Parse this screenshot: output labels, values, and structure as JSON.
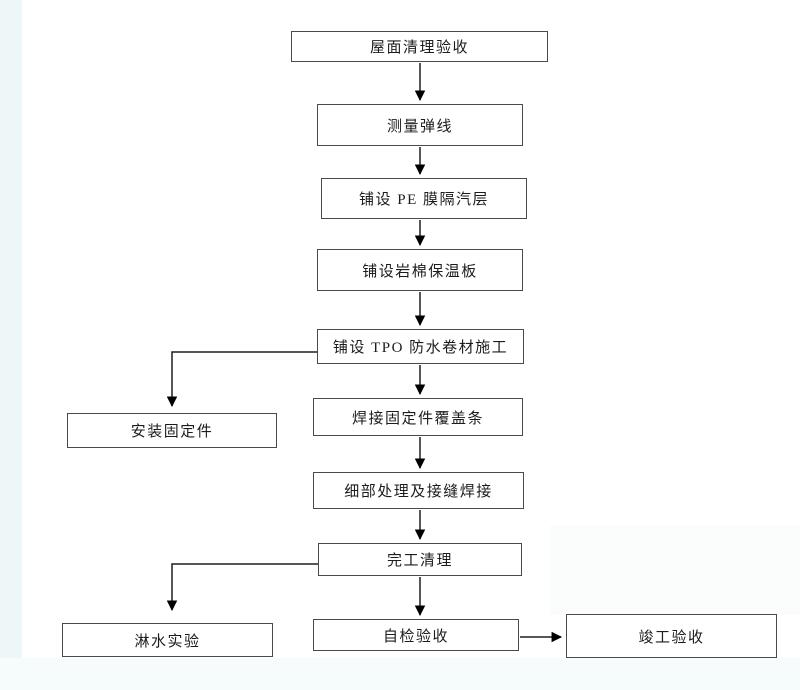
{
  "diagram": {
    "type": "flowchart",
    "language": "zh-CN",
    "nodes": [
      {
        "id": "roof-cleaning-acceptance",
        "label": "屋面清理验收"
      },
      {
        "id": "measure-snap-lines",
        "label": "测量弹线"
      },
      {
        "id": "lay-pe-film-vapor-barrier",
        "label": "铺设 PE 膜隔汽层"
      },
      {
        "id": "lay-rockwool-insulation",
        "label": "铺设岩棉保温板"
      },
      {
        "id": "lay-tpo-membrane-construction",
        "label": "铺设 TPO 防水卷材施工"
      },
      {
        "id": "install-fasteners",
        "label": "安装固定件"
      },
      {
        "id": "weld-fastener-cover-strip",
        "label": "焊接固定件覆盖条"
      },
      {
        "id": "detail-treatment-seam-welding",
        "label": "细部处理及接缝焊接"
      },
      {
        "id": "completion-cleanup",
        "label": "完工清理"
      },
      {
        "id": "water-spray-test",
        "label": "淋水实验"
      },
      {
        "id": "self-inspection-acceptance",
        "label": "自检验收"
      },
      {
        "id": "final-completion-acceptance",
        "label": "竣工验收"
      }
    ],
    "edges": [
      {
        "from": "屋面清理验收",
        "to": "测量弹线",
        "shape": "straight-down"
      },
      {
        "from": "测量弹线",
        "to": "铺设 PE 膜隔汽层",
        "shape": "straight-down"
      },
      {
        "from": "铺设 PE 膜隔汽层",
        "to": "铺设岩棉保温板",
        "shape": "straight-down"
      },
      {
        "from": "铺设岩棉保温板",
        "to": "铺设 TPO 防水卷材施工",
        "shape": "straight-down"
      },
      {
        "from": "铺设 TPO 防水卷材施工",
        "to": "安装固定件",
        "shape": "elbow-left-down"
      },
      {
        "from": "铺设 TPO 防水卷材施工",
        "to": "焊接固定件覆盖条",
        "shape": "straight-down"
      },
      {
        "from": "焊接固定件覆盖条",
        "to": "细部处理及接缝焊接",
        "shape": "straight-down"
      },
      {
        "from": "细部处理及接缝焊接",
        "to": "完工清理",
        "shape": "straight-down"
      },
      {
        "from": "完工清理",
        "to": "淋水实验",
        "shape": "elbow-left-down"
      },
      {
        "from": "完工清理",
        "to": "自检验收",
        "shape": "straight-down"
      },
      {
        "from": "自检验收",
        "to": "竣工验收",
        "shape": "straight-right"
      }
    ],
    "colors": {
      "background": "#ffffff",
      "box_border": "#4a4a4a",
      "box_fill": "#ffffff",
      "connector_line": "#1f1f1f",
      "arrowhead": "#000000",
      "text": "#1c1c1c",
      "edge_scan_tint": "#eef7f7"
    }
  }
}
